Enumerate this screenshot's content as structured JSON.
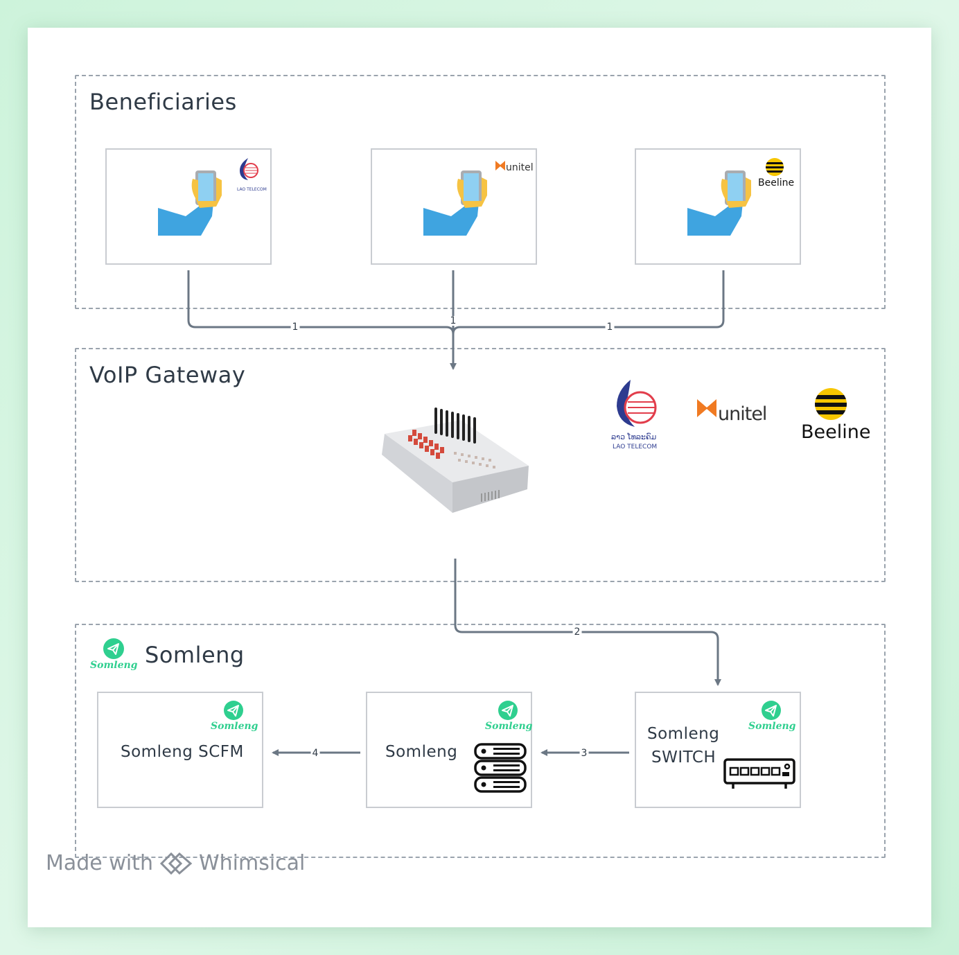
{
  "groups": {
    "beneficiaries": "Beneficiaries",
    "voip": "VoIP Gateway",
    "somleng": "Somleng"
  },
  "operators": {
    "lao_script": "ລາວ ໂທລະຄົມ",
    "lao_name": "LAO TELECOM",
    "unitel": "unitel",
    "beeline": "Beeline"
  },
  "somleng_logo": "Somleng",
  "nodes": {
    "scfm": "Somleng SCFM",
    "somleng": "Somleng",
    "switch_line1": "Somleng",
    "switch_line2": "SWITCH"
  },
  "edges": {
    "e1a": "1",
    "e1b": "1",
    "e1c": "1",
    "e2": "2",
    "e3": "3",
    "e4": "4"
  },
  "footer": {
    "made_with": "Made with",
    "brand": "Whimsical"
  },
  "colors": {
    "connector": "#6b7784",
    "dash_border": "#9aa3ad",
    "sleeve": "#3fa4e0",
    "hand": "#f6c343",
    "somleng_green": "#2fcf8f",
    "beeline_yellow": "#f7c600",
    "unitel_orange": "#f07a22",
    "lao_blue": "#2d3b8f"
  }
}
